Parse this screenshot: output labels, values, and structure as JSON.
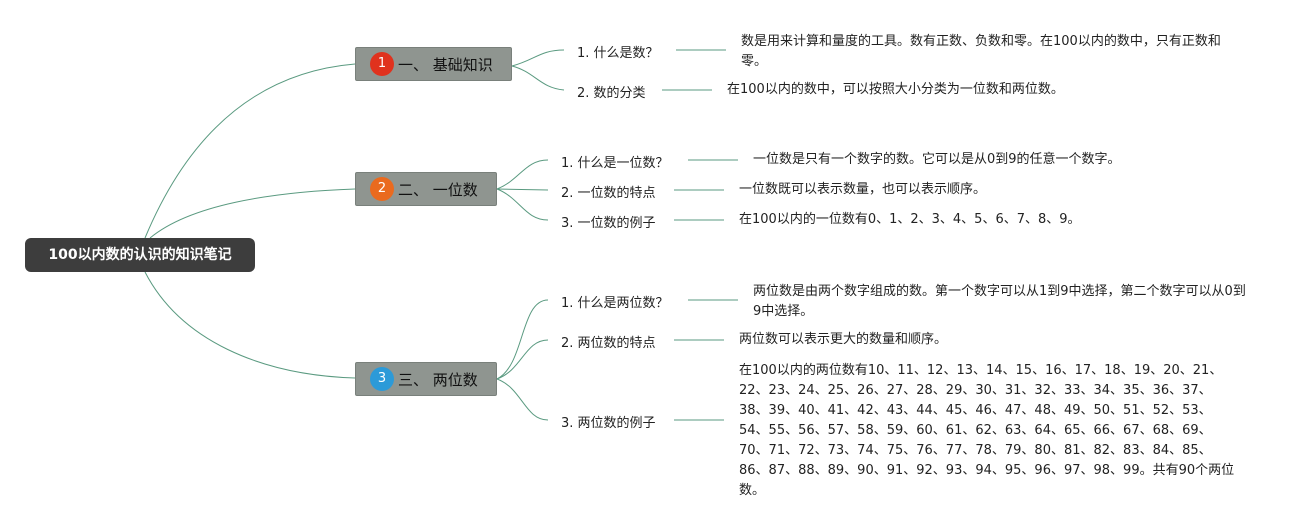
{
  "root": {
    "title": "100以内数的认识的知识笔记"
  },
  "colors": {
    "root_bg": "#3d3d3d",
    "branch_bg": "#8f9590",
    "connector": "#5a9a80",
    "badge_1": "#e0321e",
    "badge_2": "#ea6a1e",
    "badge_3": "#2c9ad8"
  },
  "branches": [
    {
      "number": "1",
      "label": "一、  基础知识",
      "topics": [
        {
          "label": "1. 什么是数？",
          "desc": "数是用来计算和量度的工具。数有正数、负数和零。在100以内的数中，只有正数和零。"
        },
        {
          "label": "2. 数的分类",
          "desc": "在100以内的数中，可以按照大小分类为一位数和两位数。"
        }
      ]
    },
    {
      "number": "2",
      "label": "二、  一位数",
      "topics": [
        {
          "label": "1. 什么是一位数？",
          "desc": "一位数是只有一个数字的数。它可以是从0到9的任意一个数字。"
        },
        {
          "label": "2. 一位数的特点",
          "desc": "一位数既可以表示数量，也可以表示顺序。"
        },
        {
          "label": "3. 一位数的例子",
          "desc": "在100以内的一位数有0、1、2、3、4、5、6、7、8、9。"
        }
      ]
    },
    {
      "number": "3",
      "label": "三、  两位数",
      "topics": [
        {
          "label": "1. 什么是两位数？",
          "desc": "两位数是由两个数字组成的数。第一个数字可以从1到9中选择，第二个数字可以从0到9中选择。"
        },
        {
          "label": "2. 两位数的特点",
          "desc": "两位数可以表示更大的数量和顺序。"
        },
        {
          "label": "3. 两位数的例子",
          "desc": "在100以内的两位数有10、11、12、13、14、15、16、17、18、19、20、21、22、23、24、25、26、27、28、29、30、31、32、33、34、35、36、37、38、39、40、41、42、43、44、45、46、47、48、49、50、51、52、53、54、55、56、57、58、59、60、61、62、63、64、65、66、67、68、69、70、71、72、73、74、75、76、77、78、79、80、81、82、83、84、85、86、87、88、89、90、91、92、93、94、95、96、97、98、99。共有90个两位数。"
        }
      ]
    }
  ]
}
